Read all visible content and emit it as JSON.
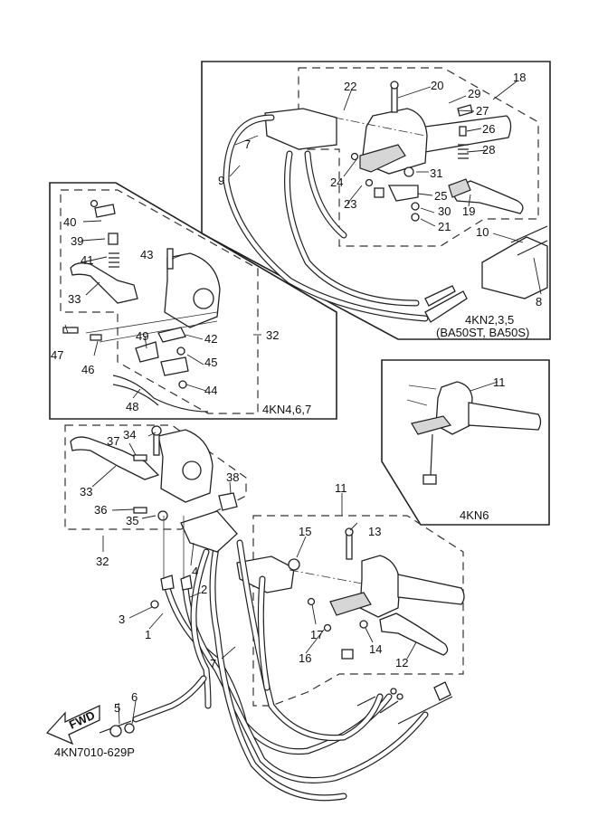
{
  "diagram": {
    "title_code": "4KN7010-629P",
    "direction_label": "FWD",
    "panels": {
      "top_right": {
        "caption_line1": "4KN2,3,5",
        "caption_line2": "(BA50ST, BA50S)"
      },
      "left_middle": {
        "caption": "4KN4,6,7"
      },
      "right_small": {
        "caption": "4KN6"
      }
    },
    "callouts": {
      "c1": "1",
      "c2": "2",
      "c3": "3",
      "c4": "4",
      "c5": "5",
      "c6": "6",
      "c7a": "7",
      "c7b": "7",
      "c8": "8",
      "c9": "9",
      "c10": "10",
      "c11a": "11",
      "c11b": "11",
      "c12": "12",
      "c13": "13",
      "c14": "14",
      "c15": "15",
      "c16": "16",
      "c17": "17",
      "c18": "18",
      "c19": "19",
      "c20": "20",
      "c21": "21",
      "c22": "22",
      "c23": "23",
      "c24": "24",
      "c25": "25",
      "c26": "26",
      "c27": "27",
      "c28": "28",
      "c29": "29",
      "c30": "30",
      "c31": "31",
      "c32a": "32",
      "c32b": "32",
      "c33a": "33",
      "c33b": "33",
      "c34": "34",
      "c35": "35",
      "c36": "36",
      "c37": "37",
      "c38": "38",
      "c39": "39",
      "c40": "40",
      "c41": "41",
      "c42": "42",
      "c43": "43",
      "c44": "44",
      "c45": "45",
      "c46": "46",
      "c47": "47",
      "c48": "48",
      "c49": "49"
    }
  }
}
